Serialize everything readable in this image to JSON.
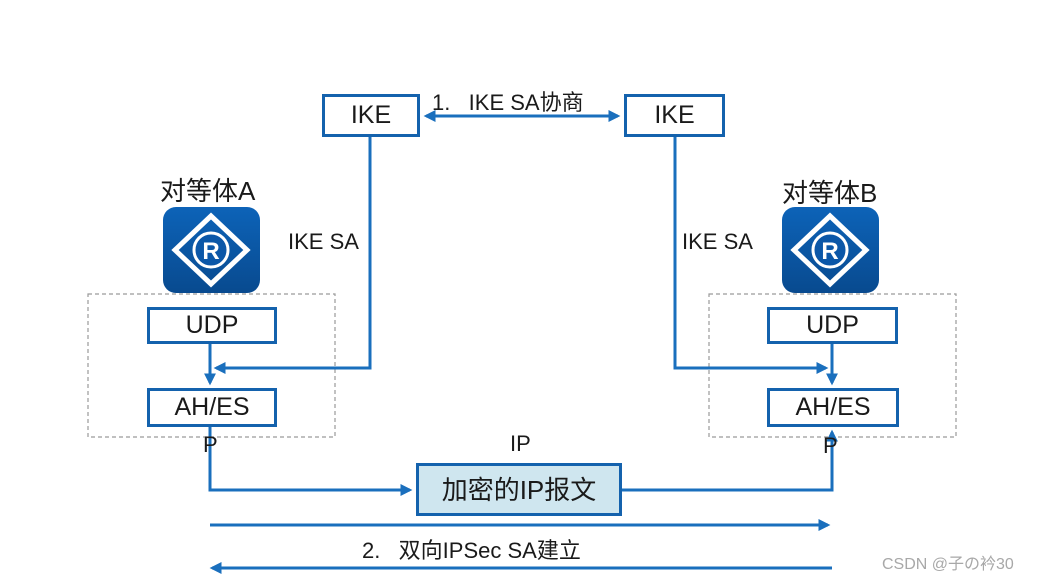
{
  "labels": {
    "ike_negotiation": "1.   IKE SA协商",
    "ipsec_established": "2.   双向IPSec SA建立"
  },
  "ike": {
    "left": "IKE",
    "right": "IKE"
  },
  "peer_a": {
    "name": "对等体A",
    "router_glyph": "R",
    "ike_sa": "IKE SA",
    "udp": "UDP",
    "ah_es": "AH/ES",
    "ip_tail": "P"
  },
  "peer_b": {
    "name": "对等体B",
    "router_glyph": "R",
    "ike_sa": "IKE SA",
    "udp": "UDP",
    "ah_es": "AH/ES",
    "ip_tail": "P"
  },
  "packet": {
    "ip_label": "IP",
    "label": "加密的IP报文"
  },
  "watermark": "CSDN @子の衿30",
  "icons": {
    "router": "router-icon"
  },
  "colors": {
    "line": "#1a6fbd",
    "box_border": "#1462ad",
    "router": "#0b57a8",
    "packet_fill": "#cfe6ef",
    "dashed": "#9a9a9a"
  }
}
